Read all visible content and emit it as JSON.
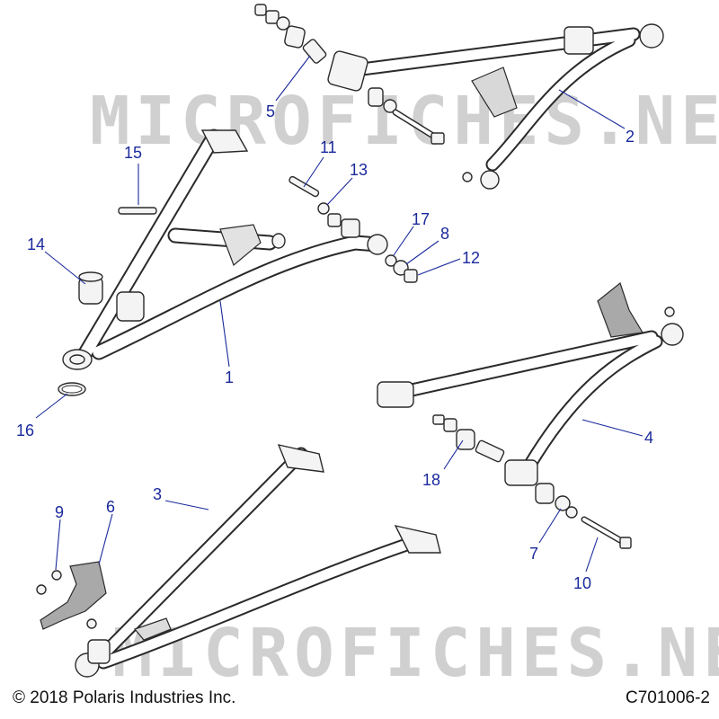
{
  "watermark": "MICROFICHES.NET",
  "copyright": "© 2018 Polaris Industries Inc.",
  "figure_code": "C701006-2",
  "callouts": [
    {
      "id": "c1",
      "num": "1"
    },
    {
      "id": "c2",
      "num": "2"
    },
    {
      "id": "c3",
      "num": "3"
    },
    {
      "id": "c4",
      "num": "4"
    },
    {
      "id": "c5",
      "num": "5"
    },
    {
      "id": "c6",
      "num": "6"
    },
    {
      "id": "c7",
      "num": "7"
    },
    {
      "id": "c8",
      "num": "8"
    },
    {
      "id": "c9",
      "num": "9"
    },
    {
      "id": "c10",
      "num": "10"
    },
    {
      "id": "c11",
      "num": "11"
    },
    {
      "id": "c12",
      "num": "12"
    },
    {
      "id": "c13",
      "num": "13"
    },
    {
      "id": "c14",
      "num": "14"
    },
    {
      "id": "c15",
      "num": "15"
    },
    {
      "id": "c16",
      "num": "16"
    },
    {
      "id": "c17",
      "num": "17"
    },
    {
      "id": "c18",
      "num": "18"
    }
  ]
}
